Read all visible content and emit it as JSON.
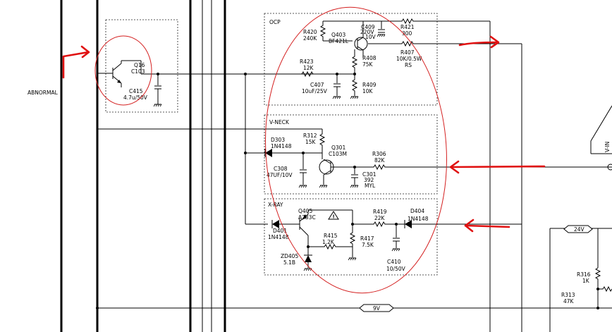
{
  "signals": {
    "abnormal": "ABNORMAL",
    "v_in": "V-IN",
    "rail_24v": "24V",
    "rail_9v": "9V"
  },
  "blocks": {
    "ocp": "OCP",
    "v_neck": "V-NECK",
    "x_ray": "X-RAY"
  },
  "components": {
    "q16": {
      "ref": "Q16",
      "value": "C103"
    },
    "c415": {
      "ref": "C415",
      "value": "4.7u/50V"
    },
    "r420": {
      "ref": "R420",
      "value": "240K"
    },
    "q403": {
      "ref": "Q403",
      "value": "BF421L"
    },
    "c409": {
      "ref": "C409",
      "value": "220V",
      "value2": "10V"
    },
    "r421": {
      "ref": "R421",
      "value": "300"
    },
    "r407": {
      "ref": "R407",
      "value": "10K/0.5W",
      "value2": "RS"
    },
    "r408": {
      "ref": "R408",
      "value": "75K"
    },
    "r423": {
      "ref": "R423",
      "value": "12K"
    },
    "c407": {
      "ref": "C407",
      "value": "10uF/25V"
    },
    "r409": {
      "ref": "R409",
      "value": "10K"
    },
    "d303": {
      "ref": "D303",
      "value": "1N4148"
    },
    "r312": {
      "ref": "R312",
      "value": "15K"
    },
    "q301": {
      "ref": "Q301",
      "value": "C103M"
    },
    "r306": {
      "ref": "R306",
      "value": "82K"
    },
    "c308": {
      "ref": "C308",
      "value": "47UF/10V"
    },
    "c301": {
      "ref": "C301",
      "value": "392",
      "value2": "MYL"
    },
    "q405": {
      "ref": "Q405",
      "value": "A733C"
    },
    "r419": {
      "ref": "R419",
      "value": "22K"
    },
    "d404": {
      "ref": "D404",
      "value": "1N4148"
    },
    "d401": {
      "ref": "D401",
      "value": "1N4148"
    },
    "r415": {
      "ref": "R415",
      "value": "1.2K"
    },
    "r417": {
      "ref": "R417",
      "value": "7.5K"
    },
    "zd405": {
      "ref": "ZD405",
      "value": "5.1B"
    },
    "c410": {
      "ref": "C410",
      "value": "10/50V"
    },
    "r316": {
      "ref": "R316",
      "value": "1K"
    },
    "r313": {
      "ref": "R313",
      "value": "47K"
    }
  },
  "colors": {
    "ink": "#000000",
    "markup": "#e01010",
    "background": "#ffffff"
  }
}
